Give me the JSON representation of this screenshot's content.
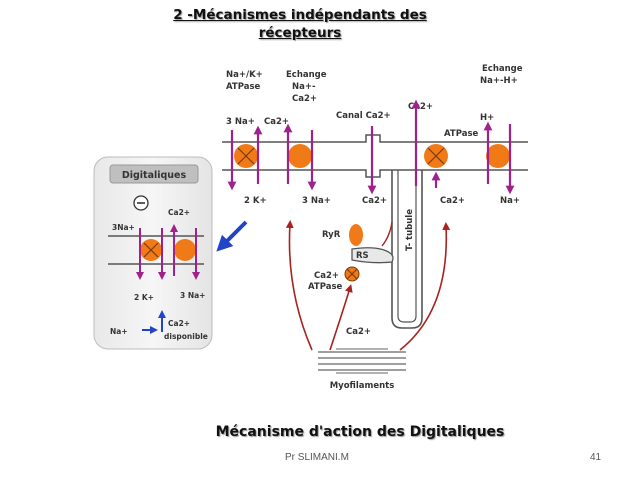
{
  "slide": {
    "title_line1": "2 -Mécanismes indépendants des",
    "title_line2": "récepteurs",
    "caption": "Mécanisme d'action  des Digitaliques",
    "author": "Pr SLIMANI.M",
    "page_number": "41"
  },
  "inset": {
    "title": "Digitaliques",
    "inhibition_symbol": "⊖",
    "label_3na": "3Na+",
    "label_ca_top": "Ca2+",
    "label_2k": "2 K+",
    "label_3na_bottom": "3 Na+",
    "label_na": "Na+",
    "label_ca_available": "Ca2+",
    "label_disponible": "disponible"
  },
  "diagram": {
    "na_k_atpase": "Na+/K+",
    "na_k_atpase_2": "ATPase",
    "exchange_label": "Echange",
    "exchange_na": "Na+-",
    "exchange_ca": "Ca2+",
    "ca_channel": "Canal Ca2+",
    "ca_top_right": "Ca2+",
    "exchange_right_1": "Echange",
    "exchange_right_2": "Na+-H+",
    "label_3na_top": "3 Na+",
    "label_ca_above": "Ca2+",
    "atpase_right": "ATPase",
    "h_plus": "H+",
    "label_2k_bottom": "2 K+",
    "label_3na_bottom": "3 Na+",
    "label_ca_bottom": "Ca2+",
    "label_ca_bottom_right": "Ca2+",
    "label_na_bottom_right": "Na+",
    "ryr": "RyR",
    "rs": "RS",
    "ca_atpase_1": "Ca2+",
    "ca_atpase_2": "ATPase",
    "ca_release": "Ca2+",
    "t_tubule": "T- tubule",
    "myofilaments": "Myofilaments"
  },
  "colors": {
    "orange": "#f07a18",
    "magenta": "#a0208c",
    "dark_red": "#a8231e",
    "blue": "#2244c8",
    "membrane": "#555555"
  }
}
